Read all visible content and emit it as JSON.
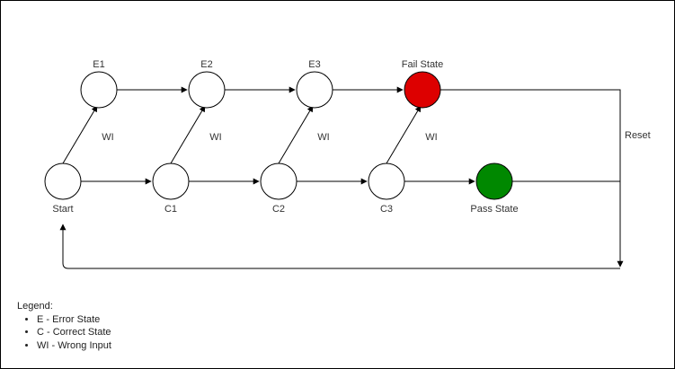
{
  "colors": {
    "fail_state": "#dd0000",
    "pass_state": "#008800",
    "node_default": "#ffffff",
    "stroke": "#000000"
  },
  "nodes": {
    "start": "Start",
    "c1": "C1",
    "c2": "C2",
    "c3": "C3",
    "pass": "Pass State",
    "e1": "E1",
    "e2": "E2",
    "e3": "E3",
    "fail": "Fail State"
  },
  "edge_labels": {
    "wi1": "WI",
    "wi2": "WI",
    "wi3": "WI",
    "wi4": "WI",
    "reset": "Reset"
  },
  "legend": {
    "title": "Legend:",
    "items": [
      "E - Error State",
      "C - Correct State",
      "WI - Wrong Input"
    ]
  }
}
